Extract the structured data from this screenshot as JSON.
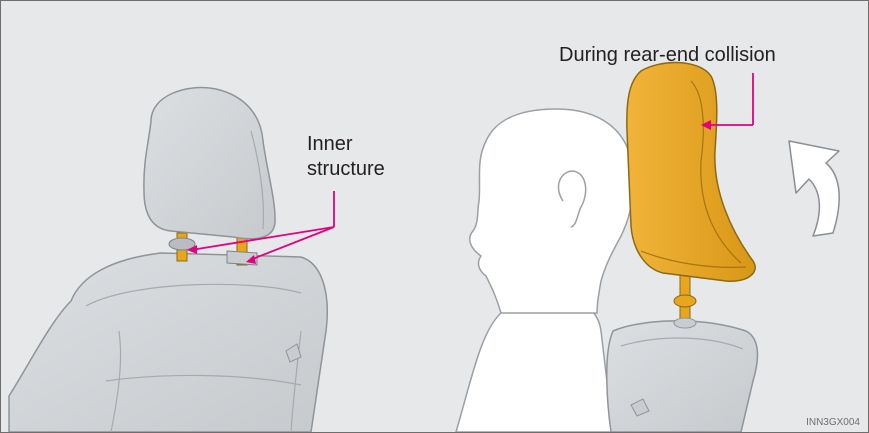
{
  "labels": {
    "inner_structure_line1": "Inner",
    "inner_structure_line2": "structure",
    "rear_end_collision": "During rear-end collision"
  },
  "figure_code": "INN3GX004",
  "colors": {
    "background": "#e6e8ea",
    "seat_fill": "#d3d6d9",
    "seat_outline": "#8f9499",
    "inner_structure": "#e8a51e",
    "callout": "#e4007f",
    "silhouette": "#ffffff"
  },
  "icons": [
    "tilt-arrow-icon"
  ]
}
